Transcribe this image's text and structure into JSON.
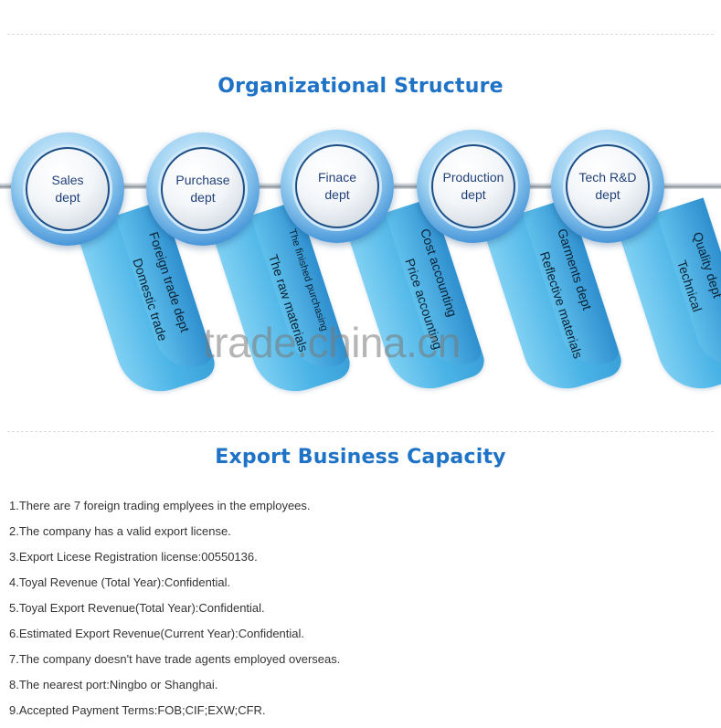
{
  "org_title": "Organizational Structure",
  "export_title": "Export Business Capacity",
  "watermark": "trade.china.cn",
  "departments": [
    {
      "line1": "Sales",
      "line2": "dept",
      "ribbon": [
        "Foreign trade dept",
        "Domestic trade"
      ]
    },
    {
      "line1": "Purchase",
      "line2": "dept",
      "ribbon": [
        "The finished purchasing",
        "The raw materials"
      ]
    },
    {
      "line1": "Finace",
      "line2": "dept",
      "ribbon": [
        "Cost accounting",
        "Price accounting"
      ]
    },
    {
      "line1": "Production",
      "line2": "dept",
      "ribbon": [
        "Garments dept",
        "Reflective materials"
      ]
    },
    {
      "line1": "Tech R&D",
      "line2": "dept",
      "ribbon": [
        "Quality dept",
        "Technical"
      ]
    }
  ],
  "capacity": [
    "1.There are 7 foreign trading emplyees in the employees.",
    "2.The company has a valid export license.",
    "3.Export Licese Registration license:00550136.",
    "4.Toyal Revenue (Total Year):Confidential.",
    "5.Toyal Export Revenue(Total Year):Confidential.",
    "6.Estimated Export Revenue(Current Year):Confidential.",
    "7.The company doesn't have trade agents employed overseas.",
    "8.The nearest port:Ningbo or Shanghai.",
    "9.Accepted Payment Terms:FOB;CIF;EXW;CFR."
  ]
}
